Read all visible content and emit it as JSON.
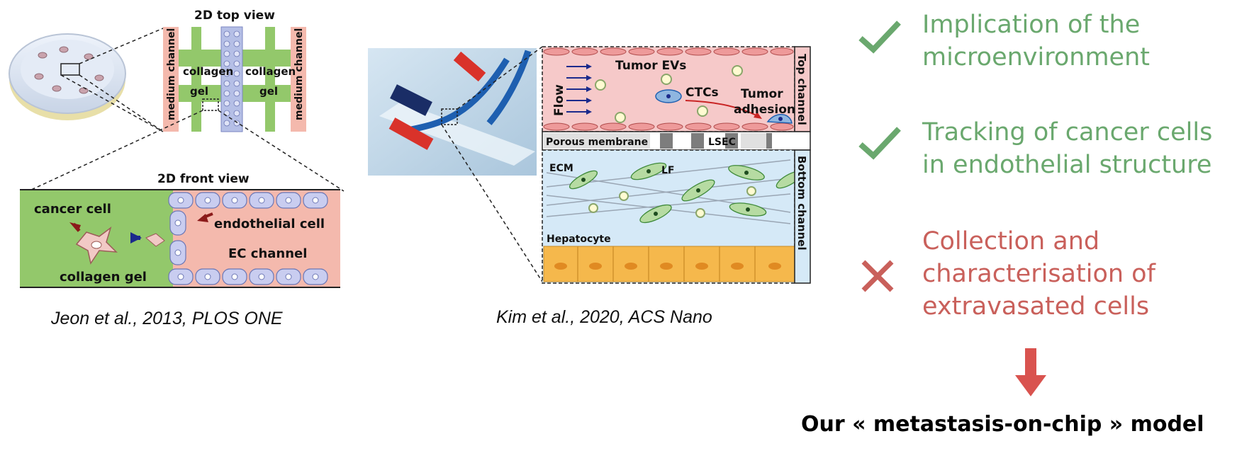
{
  "figure1": {
    "top_view_title": "2D top view",
    "front_view_title": "2D front view",
    "medium_channel_left": "medium channel",
    "medium_channel_right": "medium channel",
    "collagen_left": "collagen",
    "gel_left": "gel",
    "collagen_right": "collagen",
    "gel_right": "gel",
    "cancer_cell": "cancer cell",
    "endothelial_cell": "endothelial cell",
    "ec_channel": "EC channel",
    "collagen_gel": "collagen gel",
    "caption": "Jeon et al., 2013, PLOS ONE"
  },
  "figure2": {
    "tumor_evs": "Tumor EVs",
    "flow": "Flow",
    "ctcs": "CTCs",
    "tumor_adhesion_1": "Tumor",
    "tumor_adhesion_2": "adhesion",
    "top_channel": "Top channel",
    "porous_membrane": "Porous membrane",
    "lsec": "LSEC",
    "ecm": "ECM",
    "lf": "LF",
    "hepatocyte": "Hepatocyte",
    "bottom_channel": "Bottom channel",
    "caption": "Kim et al., 2020, ACS Nano"
  },
  "points": [
    {
      "status": "check",
      "lines": [
        "Implication of the",
        "microenvironment"
      ]
    },
    {
      "status": "check",
      "lines": [
        "Tracking of cancer cells",
        "in endothelial structure"
      ]
    },
    {
      "status": "cross",
      "lines": [
        "Collection and",
        "characterisation of",
        "extravasated cells"
      ]
    }
  ],
  "model_label": "Our « metastasis-on-chip  » model",
  "colors": {
    "check": "#6aa86e",
    "cross": "#c9605b",
    "arrow": "#d9534f"
  }
}
